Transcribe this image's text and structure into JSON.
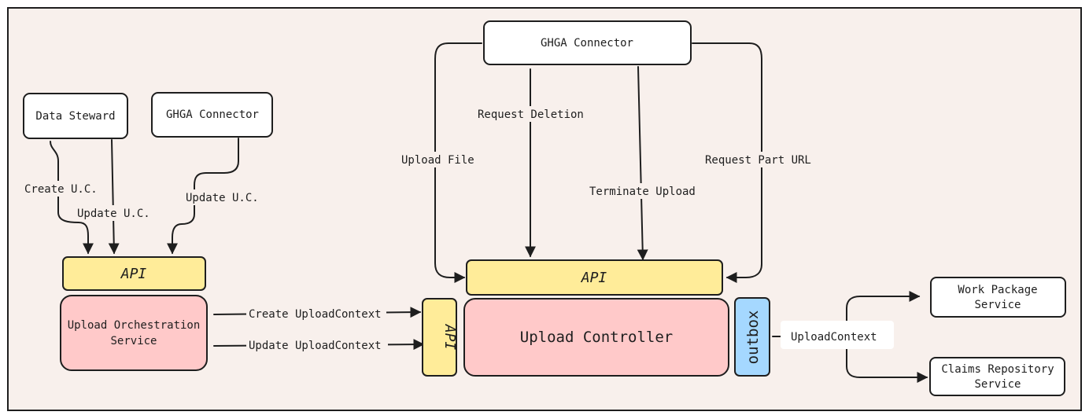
{
  "colors": {
    "canvas": "#f8f0ec",
    "api_fill": "#ffec99",
    "service_fill": "#ffc9c9",
    "outbox_fill": "#a5d8ff",
    "node_fill": "#ffffff",
    "stroke": "#1e1e1e"
  },
  "nodes": {
    "data_steward": "Data Steward",
    "ghga_connector_left": "GHGA Connector",
    "ghga_connector_top": "GHGA Connector",
    "api_left": "API",
    "upload_orchestration": [
      "Upload Orchestration",
      "Service"
    ],
    "api_vertical": "API",
    "upload_controller": "Upload Controller",
    "api_top": "API",
    "outbox": "outbox",
    "work_package": [
      "Work Package",
      "Service"
    ],
    "claims_repository": [
      "Claims Repository",
      "Service"
    ]
  },
  "edges": {
    "create_uc": "Create U.C.",
    "update_uc_steward": "Update U.C.",
    "update_uc_connector": "Update U.C.",
    "upload_file": "Upload File",
    "request_deletion": "Request Deletion",
    "terminate_upload": "Terminate Upload",
    "request_part_url": "Request Part URL",
    "create_upload_context": "Create UploadContext",
    "update_upload_context": "Update UploadContext",
    "upload_context": "UploadContext"
  }
}
